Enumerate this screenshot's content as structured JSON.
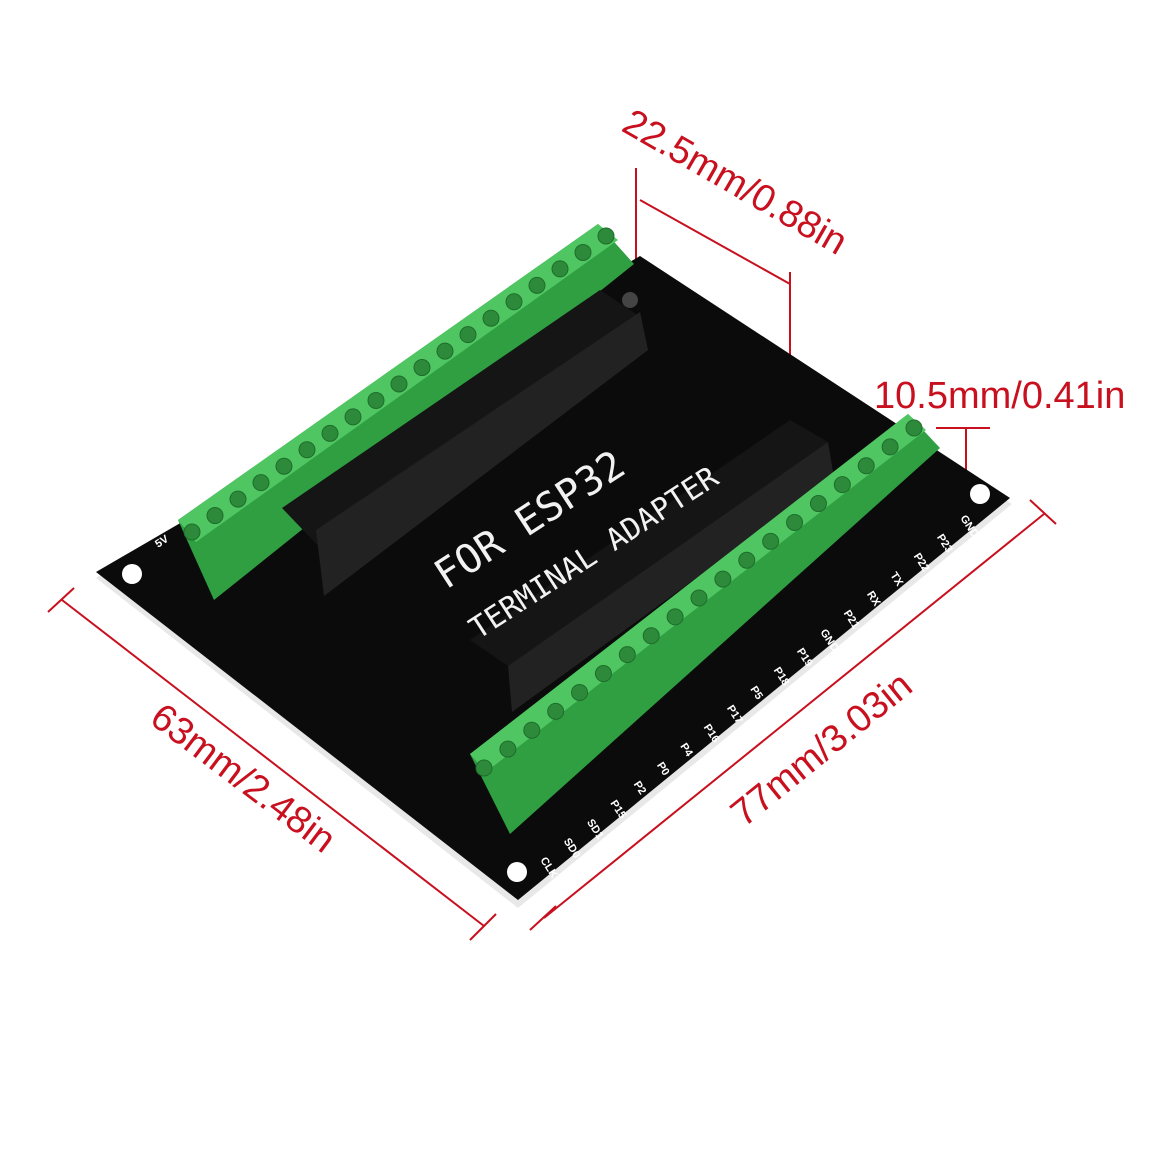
{
  "dimensions": {
    "height_label": "22.5mm/0.88in",
    "terminal_label": "10.5mm/0.41in",
    "width_label": "63mm/2.48in",
    "length_label": "77mm/3.03in"
  },
  "board": {
    "title_line1": "FOR ESP32",
    "title_line2": "TERMINAL ADAPTER",
    "left_corner_label": "5V",
    "pin_labels": [
      "CLK",
      "SD0",
      "SD1",
      "P15",
      "P2",
      "P0",
      "P4",
      "P16",
      "P17",
      "P5",
      "P18",
      "P19",
      "GND",
      "P21",
      "RX",
      "TX",
      "P22",
      "P23",
      "GND"
    ]
  },
  "colors": {
    "dimension": "#c8101f",
    "pcb": "#0b0b0b",
    "terminal_green": "#35b24a",
    "header_black": "#1a1a1a"
  }
}
